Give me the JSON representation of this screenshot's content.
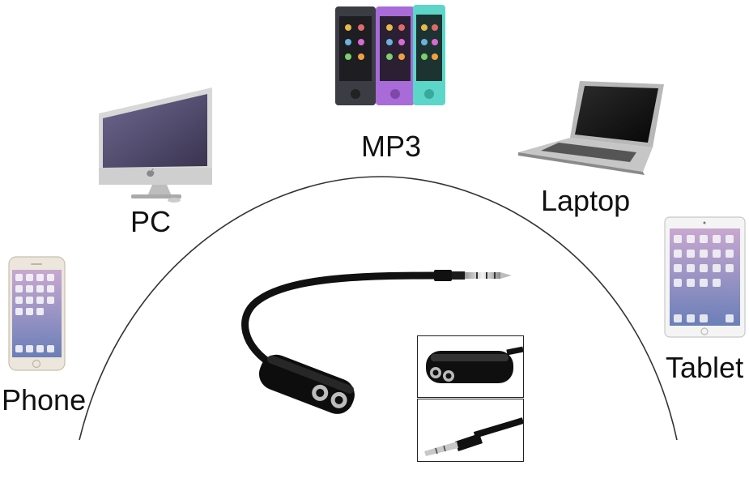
{
  "devices": {
    "mp3": {
      "label": "MP3",
      "icon": "mp3-player-icon"
    },
    "pc": {
      "label": "PC",
      "icon": "desktop-monitor-icon"
    },
    "laptop": {
      "label": "Laptop",
      "icon": "laptop-icon"
    },
    "tablet": {
      "label": "Tablet",
      "icon": "tablet-icon"
    },
    "phone": {
      "label": "Phone",
      "icon": "smartphone-icon"
    }
  },
  "product": {
    "icon": "audio-splitter-cable-icon"
  },
  "colors": {
    "background": "#ffffff",
    "text": "#111111",
    "arc": "#333333",
    "cable": "#111111"
  }
}
